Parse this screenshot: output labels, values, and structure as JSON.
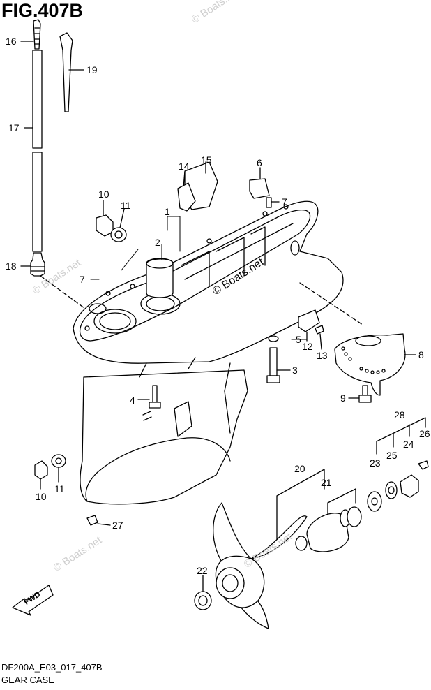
{
  "figure": {
    "title": "FIG.407B",
    "code": "DF200A_E03_017_407B",
    "caption": "GEAR CASE",
    "watermark": "© Boats.net",
    "direction_label": "FWD"
  },
  "callouts": [
    {
      "id": "c16",
      "label": "16"
    },
    {
      "id": "c19",
      "label": "19"
    },
    {
      "id": "c17",
      "label": "17"
    },
    {
      "id": "c18",
      "label": "18"
    },
    {
      "id": "c15",
      "label": "15"
    },
    {
      "id": "c14",
      "label": "14"
    },
    {
      "id": "c6",
      "label": "6"
    },
    {
      "id": "c10a",
      "label": "10"
    },
    {
      "id": "c11a",
      "label": "11"
    },
    {
      "id": "c1",
      "label": "1"
    },
    {
      "id": "c2",
      "label": "2"
    },
    {
      "id": "c7a",
      "label": "7"
    },
    {
      "id": "c7b",
      "label": "7"
    },
    {
      "id": "c5",
      "label": "5"
    },
    {
      "id": "c12",
      "label": "12"
    },
    {
      "id": "c13",
      "label": "13"
    },
    {
      "id": "c8",
      "label": "8"
    },
    {
      "id": "c3",
      "label": "3"
    },
    {
      "id": "c4",
      "label": "4"
    },
    {
      "id": "c9",
      "label": "9"
    },
    {
      "id": "c28",
      "label": "28"
    },
    {
      "id": "c26",
      "label": "26"
    },
    {
      "id": "c24",
      "label": "24"
    },
    {
      "id": "c23",
      "label": "23"
    },
    {
      "id": "c25",
      "label": "25"
    },
    {
      "id": "c20",
      "label": "20"
    },
    {
      "id": "c21",
      "label": "21"
    },
    {
      "id": "c10b",
      "label": "10"
    },
    {
      "id": "c11b",
      "label": "11"
    },
    {
      "id": "c27",
      "label": "27"
    },
    {
      "id": "c22",
      "label": "22"
    }
  ]
}
